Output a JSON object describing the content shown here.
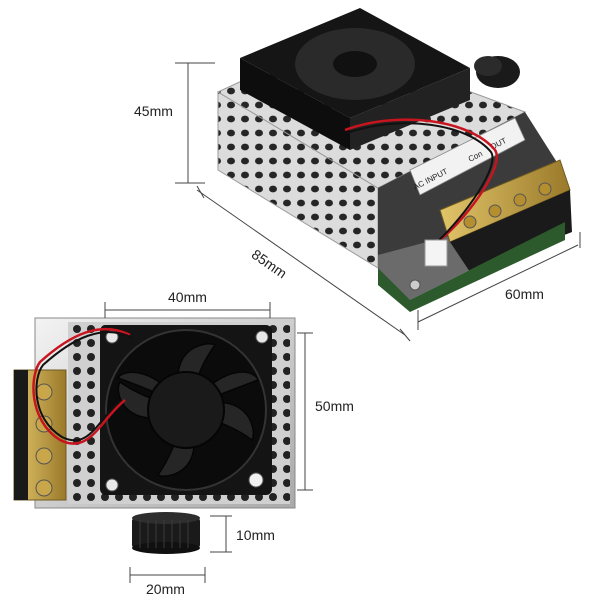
{
  "dimensions": {
    "height": "45mm",
    "length": "85mm",
    "width_top": "60mm",
    "fan_width": "40mm",
    "board_height": "50mm",
    "knob_height": "10mm",
    "knob_diameter": "20mm"
  },
  "board_text": {
    "ac_input": "AC INPUT",
    "out": "OUT",
    "con": "Con"
  },
  "colors": {
    "fan": "#111111",
    "housing": "#d9d9d9",
    "terminal": "#c9a64a",
    "wire_red": "#c8141e",
    "dim_line": "#444444"
  }
}
